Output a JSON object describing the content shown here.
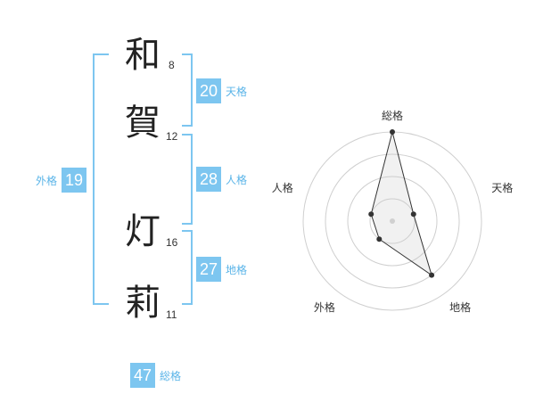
{
  "name": {
    "characters": [
      {
        "kanji": "和",
        "strokes": "8"
      },
      {
        "kanji": "賀",
        "strokes": "12"
      },
      {
        "kanji": "灯",
        "strokes": "16"
      },
      {
        "kanji": "莉",
        "strokes": "11"
      }
    ]
  },
  "scores": {
    "tenkaku": {
      "value": "20",
      "label": "天格"
    },
    "jinkaku": {
      "value": "28",
      "label": "人格"
    },
    "chikaku": {
      "value": "27",
      "label": "地格"
    },
    "gaikaku": {
      "value": "19",
      "label": "外格"
    },
    "soukaku": {
      "value": "47",
      "label": "総格"
    }
  },
  "colors": {
    "accent": "#7dc6f0",
    "accent_text": "#5ab4e8"
  },
  "chart_data": {
    "type": "radar",
    "axes": [
      "総格",
      "天格",
      "地格",
      "外格",
      "人格"
    ],
    "levels": 4,
    "values": [
      4,
      1,
      3,
      1,
      1
    ],
    "max": 4
  }
}
